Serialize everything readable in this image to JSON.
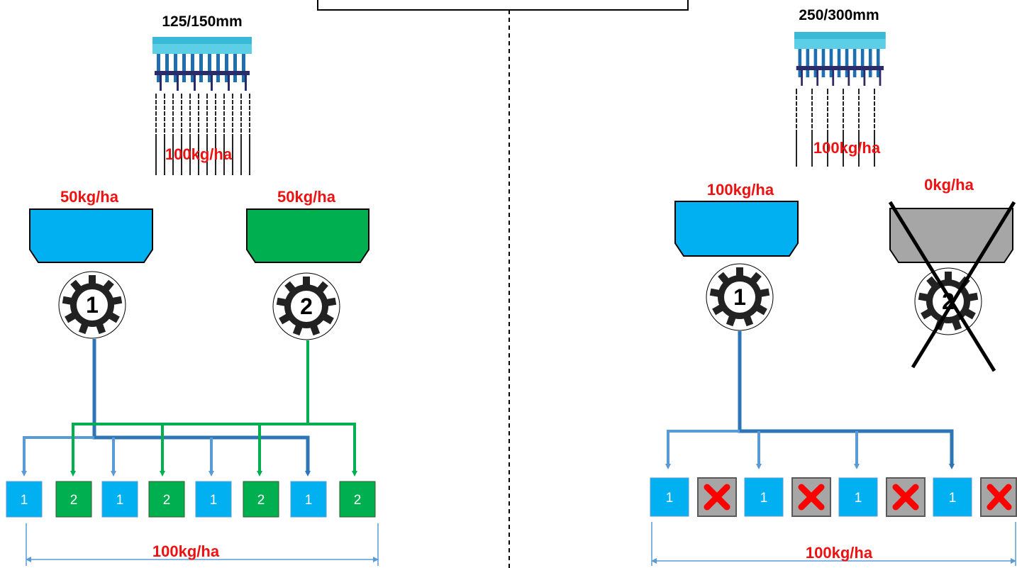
{
  "colors": {
    "blue": "#00b0f0",
    "green": "#00b050",
    "gray": "#a6a6a6",
    "red_text": "#ee1111",
    "flow_blue": "#2e75b6",
    "flow_light_blue": "#5b9bd5",
    "flow_green": "#00b050"
  },
  "left": {
    "row_spacing": "125/150mm",
    "total_rate_top": "100kg/ha",
    "hopper_1_rate": "50kg/ha",
    "hopper_2_rate": "50kg/ha",
    "meter_1_number": "1",
    "meter_2_number": "2",
    "outlets": [
      "1",
      "2",
      "1",
      "2",
      "1",
      "2",
      "1",
      "2"
    ],
    "total_rate_bottom": "100kg/ha"
  },
  "right": {
    "row_spacing": "250/300mm",
    "total_rate_top": "100kg/ha",
    "hopper_1_rate": "100kg/ha",
    "hopper_2_rate": "0kg/ha",
    "meter_1_number": "1",
    "meter_2_number": "2",
    "outlets": [
      "1",
      "x",
      "1",
      "x",
      "1",
      "x",
      "1",
      "x"
    ],
    "total_rate_bottom": "100kg/ha"
  },
  "icons": [
    "seed-drill-icon",
    "metering-gear-icon",
    "blocked-outlet-icon",
    "cross-out-icon"
  ]
}
